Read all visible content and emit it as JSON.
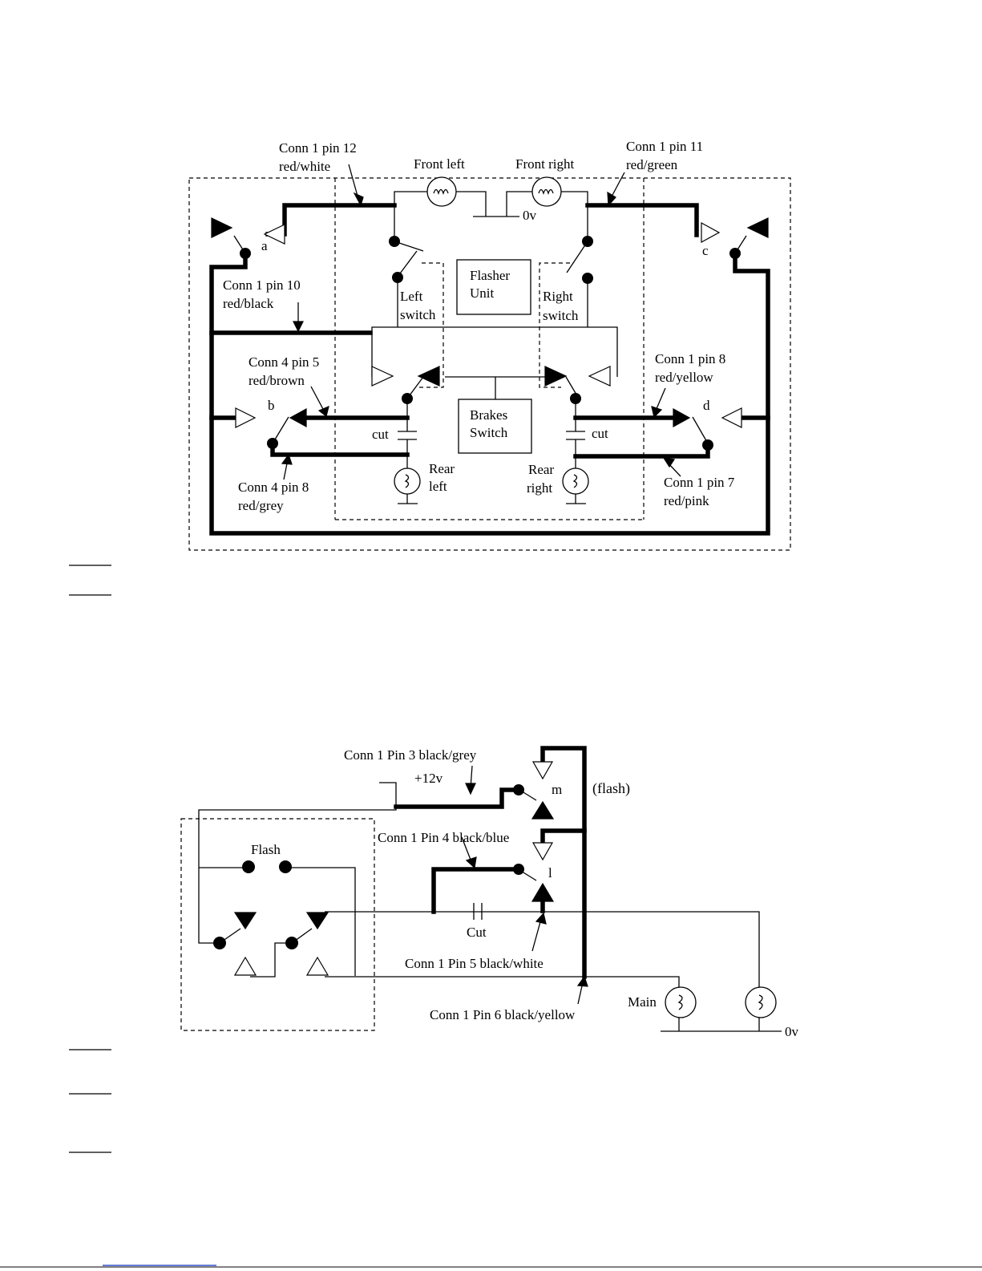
{
  "diagram1": {
    "labels": {
      "conn1_pin12": "Conn 1 pin 12",
      "conn1_pin12_wire": "red/white",
      "front_left": "Front left",
      "front_right": "Front right",
      "conn1_pin11": "Conn 1 pin 11",
      "conn1_pin11_wire": "red/green",
      "zero_v": "0v",
      "a": "a",
      "c": "c",
      "b": "b",
      "d": "d",
      "conn1_pin10": "Conn 1 pin 10",
      "conn1_pin10_wire": "red/black",
      "flasher_line1": "Flasher",
      "flasher_line2": "Unit",
      "left_switch_line1": "Left",
      "left_switch_line2": "switch",
      "right_switch_line1": "Right",
      "right_switch_line2": "switch",
      "conn4_pin5": "Conn 4 pin 5",
      "conn4_pin5_wire": "red/brown",
      "conn1_pin8": "Conn 1 pin 8",
      "conn1_pin8_wire": "red/yellow",
      "brakes_line1": "Brakes",
      "brakes_line2": "Switch",
      "cut_left": "cut",
      "cut_right": "cut",
      "rear_left_line1": "Rear",
      "rear_left_line2": "left",
      "rear_right_line1": "Rear",
      "rear_right_line2": "right",
      "conn4_pin8": "Conn 4 pin 8",
      "conn4_pin8_wire": "red/grey",
      "conn1_pin7": "Conn 1 pin 7",
      "conn1_pin7_wire": "red/pink"
    }
  },
  "diagram2": {
    "labels": {
      "conn1_pin3": "Conn 1 Pin 3 black/grey",
      "plus12v": "+12v",
      "m": "m",
      "flash_note": "(flash)",
      "conn1_pin4": "Conn 1 Pin 4 black/blue",
      "flash": "Flash",
      "l": "l",
      "cut": "Cut",
      "conn1_pin5": "Conn 1 Pin 5 black/white",
      "conn1_pin6": "Conn 1 Pin 6 black/yellow",
      "main": "Main",
      "zero_v": "0v"
    }
  }
}
